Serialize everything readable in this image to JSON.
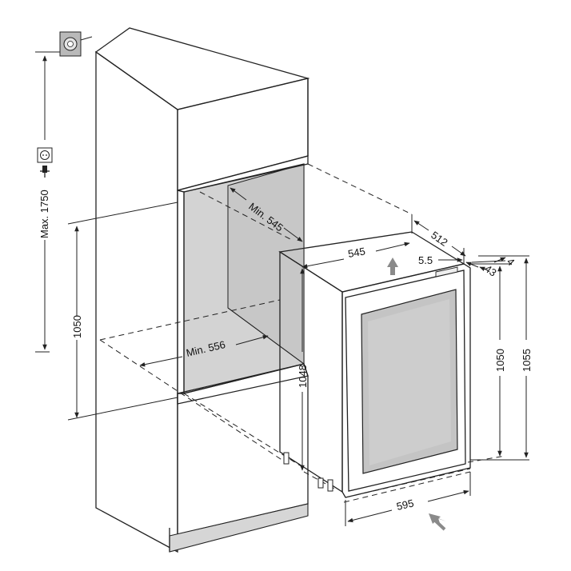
{
  "dimensions": {
    "max_height": "Max. 1750",
    "niche_height": "1050",
    "niche_depth": "Min. 545",
    "niche_width": "Min. 556",
    "unit_top_depth": "545",
    "unit_total_depth": "512",
    "gap": "5.5",
    "door_thickness": "43",
    "handle_offset": "4",
    "side_height": "1048",
    "unit_height": "1050",
    "unit_height_with_door": "1055",
    "unit_width": "595"
  },
  "icons": {
    "socket_top": "power-socket-icon",
    "socket_side": "power-socket-plug-icon",
    "arrow_up": "airflow-up-arrow-icon",
    "arrow_front": "airflow-front-arrow-icon"
  },
  "colors": {
    "line": "#222222",
    "niche_fill": "#d3d3d3",
    "glass_fill": "#c4c4c4",
    "arrow": "#8a8a8a",
    "socket_plate": "#b9b9b9"
  }
}
